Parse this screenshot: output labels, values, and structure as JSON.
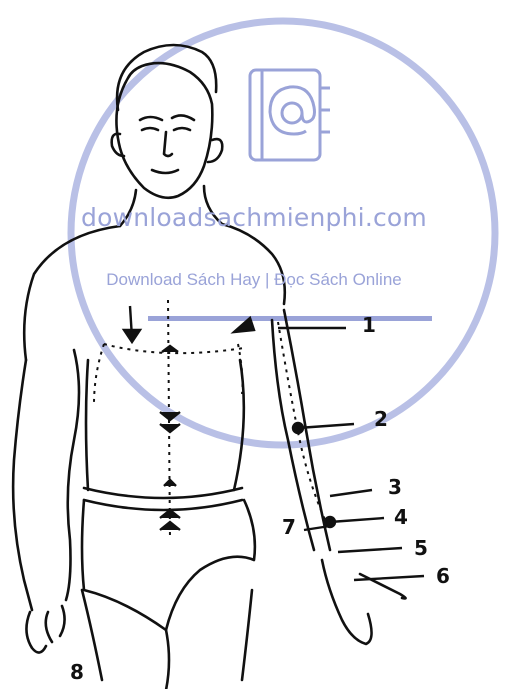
{
  "watermark": {
    "site": "downloadsachmienphi.com",
    "tagline": "Download Sách Hay | Đọc Sách Online",
    "icon": "contact-book-at-icon",
    "color": "#9aa3d8"
  },
  "labels": [
    "1",
    "2",
    "3",
    "4",
    "5",
    "6",
    "7",
    "8"
  ],
  "colors": {
    "ink": "#111111",
    "watermark": "#9aa3d8",
    "background": "#ffffff"
  }
}
